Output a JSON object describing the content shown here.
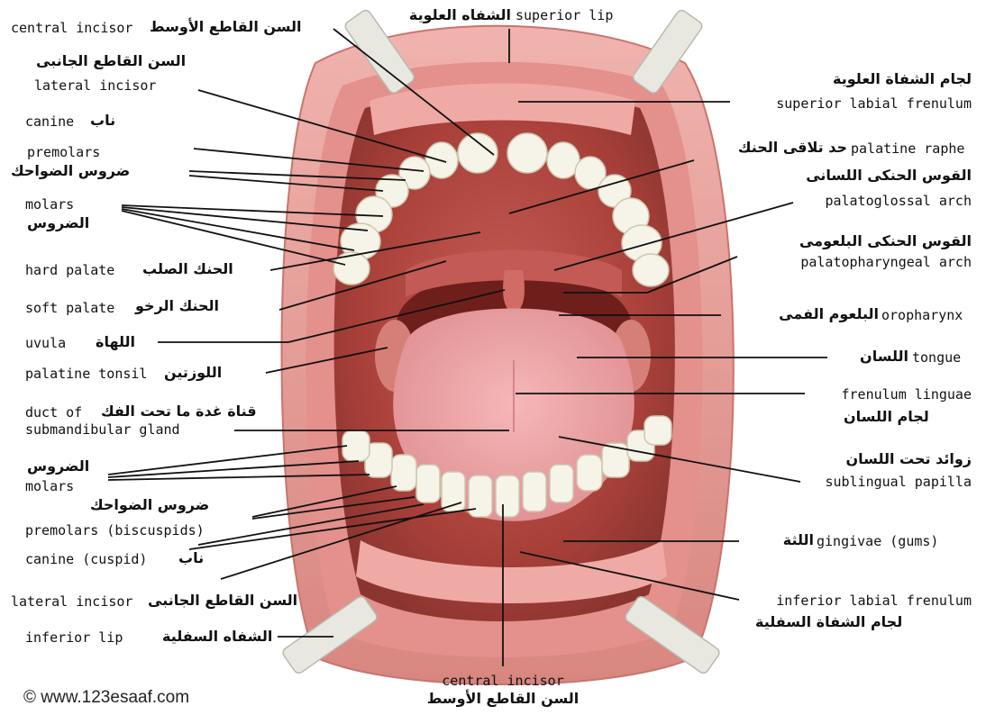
{
  "labels": {
    "superior_lip": "superior lip",
    "superior_lip_ar": "الشفاه العلوية",
    "central_incisor_top": "central incisor",
    "central_incisor_top_ar": "السن القاطع الأوسط",
    "lateral_incisor_top_ar": "السن القاطع الجانبى",
    "lateral_incisor_top": "lateral incisor",
    "canine_top": "canine",
    "canine_top_ar": "ناب",
    "premolars_top": "premolars",
    "premolars_top_ar": "ضروس الضواحك",
    "molars_top": "molars",
    "molars_top_ar": "الضروس",
    "hard_palate": "hard palate",
    "hard_palate_ar": "الحنك الصلب",
    "soft_palate": "soft palate",
    "soft_palate_ar": "الحنك الرخو",
    "uvula": "uvula",
    "uvula_ar": "اللهاة",
    "palatine_tonsil": "palatine tonsil",
    "palatine_tonsil_ar": "اللوزتين",
    "duct_of": "duct of",
    "duct_ar": "قناة غدة ما تحت الفك",
    "submandibular_gland": "submandibular gland",
    "molars_bottom_ar": "الضروس",
    "molars_bottom": "molars",
    "premolars_bottom_ar": "ضروس الضواحك",
    "premolars_bottom": "premolars (biscuspids)",
    "canine_bottom": "canine (cuspid)",
    "canine_bottom_ar": "ناب",
    "lateral_incisor_bottom": "lateral incisor",
    "lateral_incisor_bottom_ar": "السن القاطع الجانبى",
    "inferior_lip": "inferior lip",
    "inferior_lip_ar": "الشفاه السفلية",
    "central_incisor_bottom": "central incisor",
    "central_incisor_bottom_ar": "السن القاطع الأوسط",
    "superior_labial_frenulum_ar": "لجام الشفاة العلوية",
    "superior_labial_frenulum": "superior labial frenulum",
    "palatine_raphe": "palatine raphe",
    "palatine_raphe_ar": "حد تلاقى الحنك",
    "palatoglossal_arch_ar": "القوس الحنكى اللسانى",
    "palatoglossal_arch": "palatoglossal arch",
    "palatopharyngeal_arch_ar": "القوس الحنكى البلعومى",
    "palatopharyngeal_arch": "palatopharyngeal arch",
    "oropharynx": "oropharynx",
    "oropharynx_ar": "البلعوم الفمى",
    "tongue": "tongue",
    "tongue_ar": "اللسان",
    "frenulum_linguae": "frenulum linguae",
    "frenulum_linguae_ar": "لجام اللسان",
    "sublingual_papilla_ar": "زوائد تحت اللسان",
    "sublingual_papilla": "sublingual papilla",
    "gingivae": "gingivae (gums)",
    "gingivae_ar": "اللثة",
    "inferior_labial_frenulum": "inferior labial frenulum",
    "inferior_labial_frenulum_ar": "لجام الشفاة السفلية"
  },
  "watermark": "© www.123esaaf.com",
  "colors": {
    "lip": "#e9a3a0",
    "lip_dark": "#c9706d",
    "mouth_inner": "#b5463f",
    "throat": "#6e1f1c",
    "tongue": "#f0a8aa",
    "teeth": "#f6f3e8",
    "leader_line": "#111111"
  }
}
